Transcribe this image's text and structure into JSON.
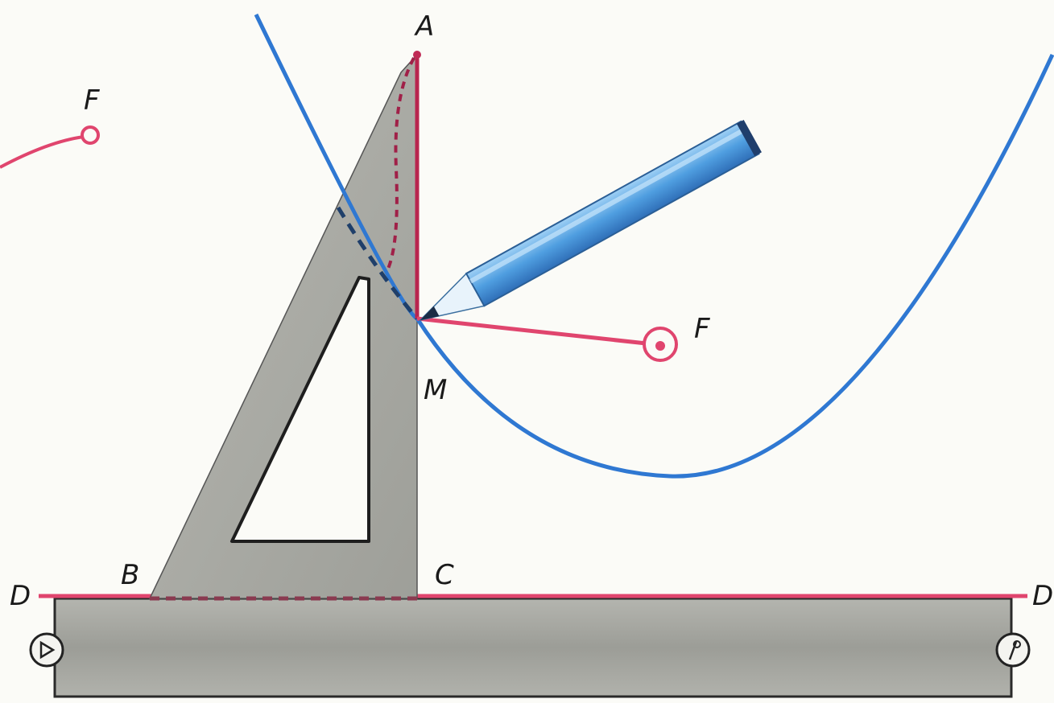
{
  "labels": {
    "A": "A",
    "F_left": "F",
    "F_right": "F",
    "M": "M",
    "B": "B",
    "C": "C",
    "D_left": "D",
    "D_right": "D"
  },
  "colors": {
    "parabola": "#2f78d2",
    "string": "#e0456e",
    "directrix": "#e0456e",
    "triangle": "#a9aaa4",
    "ruler": "#a5a6a0",
    "pencil": "#5ea6e4",
    "outline": "#1e1e1e"
  }
}
